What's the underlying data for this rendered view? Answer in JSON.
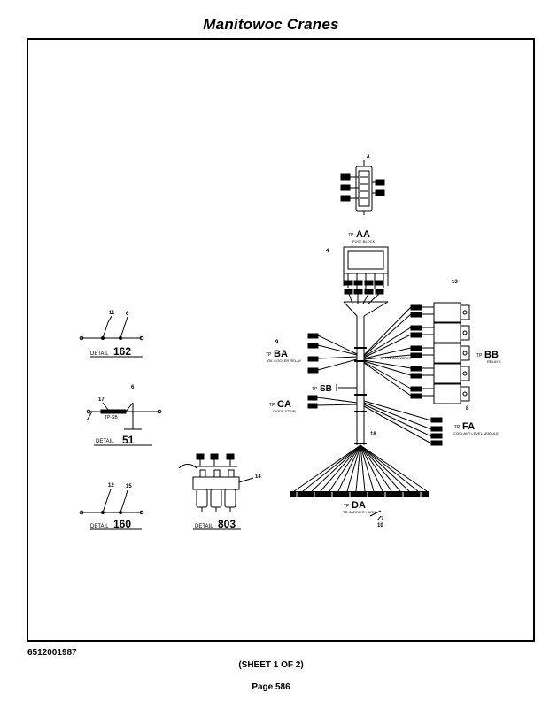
{
  "header": {
    "title": "Manitowoc Cranes"
  },
  "footer": {
    "doc_number": "6512001987",
    "sheet": "(SHEET 1 OF 2)",
    "page": "Page 586"
  },
  "drawing": {
    "details": {
      "d162": {
        "label": "DETAIL",
        "number": "162",
        "callouts": [
          "11",
          "6"
        ]
      },
      "d51": {
        "label": "DETAIL",
        "number": "51",
        "callouts": [
          "17",
          "6"
        ],
        "splice": "TP-SB"
      },
      "d160": {
        "label": "DETAIL",
        "number": "160",
        "callouts": [
          "12",
          "15"
        ]
      },
      "d803": {
        "label": "DETAIL",
        "number": "803",
        "callouts": [
          "14"
        ]
      }
    },
    "tps": {
      "aa": {
        "prefix": "TP",
        "code": "AA",
        "sub": "FUSE BLOCK"
      },
      "ba": {
        "prefix": "TP",
        "code": "BA",
        "sub": "OIL COOLER RELAY"
      },
      "sb": {
        "prefix": "TP",
        "code": "SB"
      },
      "ca": {
        "prefix": "TP",
        "code": "CA",
        "sub": "DIODE STRIP"
      },
      "bb": {
        "prefix": "TP",
        "code": "BB",
        "sub": "RELAYS"
      },
      "fa": {
        "prefix": "TP",
        "code": "FA",
        "sub": "COOLANT LEVEL MODULE"
      },
      "da": {
        "prefix": "TP",
        "code": "DA",
        "sub": "TO CARRIER HARN."
      }
    },
    "callouts": {
      "c4a": "4",
      "c4b": "4",
      "c9": "9",
      "c13": "13",
      "c8": "8",
      "c18": "18",
      "c7": "7",
      "c10": "10",
      "typ": "2\" TYP ALL WIRES"
    }
  }
}
